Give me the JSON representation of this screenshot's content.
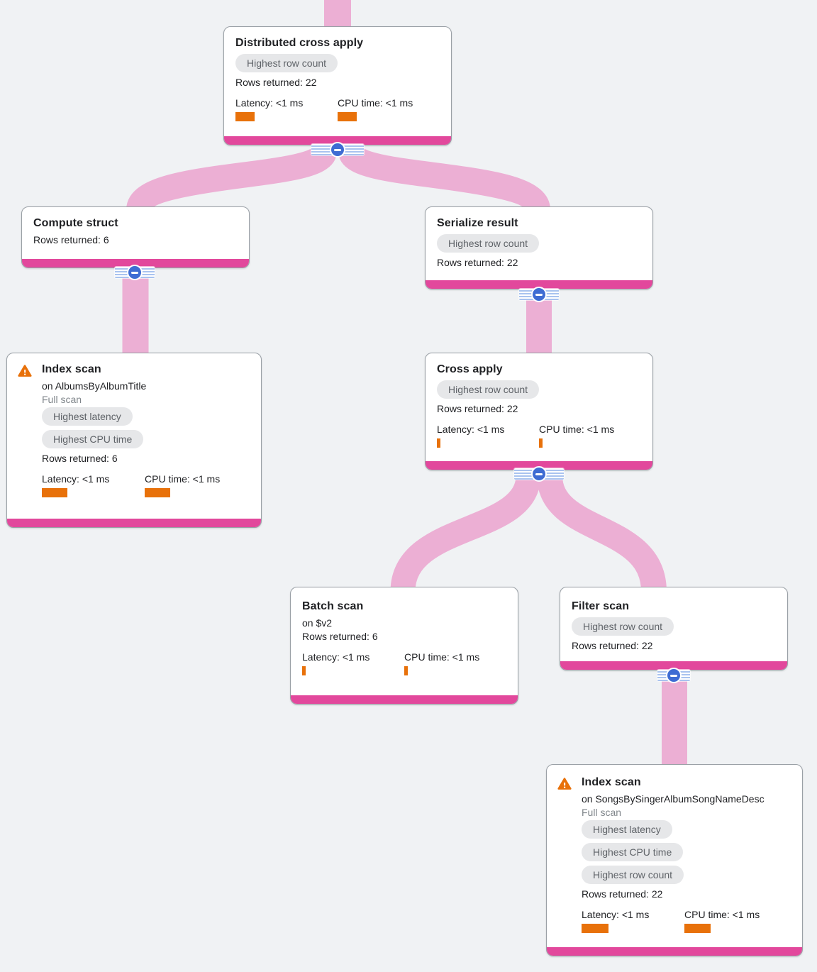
{
  "colors": {
    "background": "#f0f2f4",
    "card_accent_pink": "#e2489c",
    "edge_pink": "#ecafd4",
    "metric_bar_orange": "#e8710a",
    "warning_orange": "#e8710a",
    "collapse_button_blue": "#3e6cd3",
    "chip_background": "#e6e7e9",
    "chip_text": "#5f6368"
  },
  "nodes": [
    {
      "id": "distributed-cross-apply",
      "title": "Distributed cross apply",
      "badges": [
        "Highest row count"
      ],
      "rows": "Rows returned: 22",
      "latency_label": "Latency: <1 ms",
      "cpu_label": "CPU time: <1 ms",
      "latency_bar": "27px",
      "cpu_bar": "27px"
    },
    {
      "id": "compute-struct",
      "title": "Compute struct",
      "rows": "Rows returned: 6"
    },
    {
      "id": "serialize-result",
      "title": "Serialize result",
      "badges": [
        "Highest row count"
      ],
      "rows": "Rows returned: 22"
    },
    {
      "id": "index-scan-albums",
      "title": "Index scan",
      "subtitle": "on AlbumsByAlbumTitle",
      "scan_type": "Full scan",
      "warning": true,
      "badges": [
        "Highest latency",
        "Highest CPU time"
      ],
      "rows": "Rows returned: 6",
      "latency_label": "Latency: <1 ms",
      "cpu_label": "CPU time: <1 ms",
      "latency_bar": "36px",
      "cpu_bar": "36px"
    },
    {
      "id": "cross-apply",
      "title": "Cross apply",
      "badges": [
        "Highest row count"
      ],
      "rows": "Rows returned: 22",
      "latency_label": "Latency: <1 ms",
      "cpu_label": "CPU time: <1 ms",
      "latency_bar": "5px",
      "cpu_bar": "5px"
    },
    {
      "id": "batch-scan",
      "title": "Batch scan",
      "subtitle": "on $v2",
      "rows": "Rows returned: 6",
      "latency_label": "Latency: <1 ms",
      "cpu_label": "CPU time: <1 ms",
      "latency_bar": "5px",
      "cpu_bar": "5px"
    },
    {
      "id": "filter-scan",
      "title": "Filter scan",
      "badges": [
        "Highest row count"
      ],
      "rows": "Rows returned: 22"
    },
    {
      "id": "index-scan-songs",
      "title": "Index scan",
      "subtitle": "on SongsBySingerAlbumSongNameDesc",
      "scan_type": "Full scan",
      "warning": true,
      "badges": [
        "Highest latency",
        "Highest CPU time",
        "Highest row count"
      ],
      "rows": "Rows returned: 22",
      "latency_label": "Latency: <1 ms",
      "cpu_label": "CPU time: <1 ms",
      "latency_bar": "38px",
      "cpu_bar": "37px"
    }
  ],
  "edges": [
    {
      "from": null,
      "to": "distributed-cross-apply"
    },
    {
      "from": "distributed-cross-apply",
      "to": "compute-struct"
    },
    {
      "from": "distributed-cross-apply",
      "to": "serialize-result"
    },
    {
      "from": "compute-struct",
      "to": "index-scan-albums"
    },
    {
      "from": "serialize-result",
      "to": "cross-apply"
    },
    {
      "from": "cross-apply",
      "to": "batch-scan"
    },
    {
      "from": "cross-apply",
      "to": "filter-scan"
    },
    {
      "from": "filter-scan",
      "to": "index-scan-songs"
    }
  ]
}
